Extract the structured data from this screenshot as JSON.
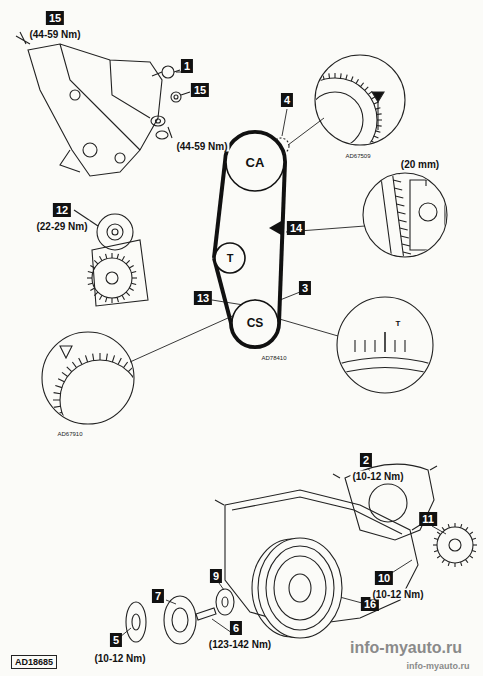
{
  "diagram": {
    "nodes": [
      {
        "text": [
          "15"
        ]
      },
      {
        "text": [
          "1"
        ]
      },
      {
        "text": [
          "15"
        ]
      },
      {
        "text": [
          "4"
        ]
      },
      {
        "text": [
          "CA"
        ]
      },
      {
        "text": [
          "12"
        ]
      },
      {
        "text": [
          "14"
        ]
      },
      {
        "text": [
          "T"
        ]
      },
      {
        "text": [
          "3"
        ]
      },
      {
        "text": [
          "13"
        ]
      },
      {
        "text": [
          "CS"
        ]
      },
      {
        "text": [
          "2"
        ]
      },
      {
        "text": [
          "11"
        ]
      },
      {
        "text": [
          "10"
        ]
      },
      {
        "text": [
          "9"
        ]
      },
      {
        "text": [
          "16"
        ]
      },
      {
        "text": [
          "7"
        ]
      },
      {
        "text": [
          "5"
        ]
      },
      {
        "text": [
          "6"
        ]
      },
      {
        "text": [
          "AD18685"
        ]
      }
    ],
    "edges": [
      {
        "from": 4,
        "to": 10,
        "arrow": "none"
      },
      {
        "from": 4,
        "to": 7,
        "arrow": "none"
      },
      {
        "from": 7,
        "to": 10,
        "arrow": "none"
      }
    ],
    "labels": [
      "(44-59 Nm)",
      "(44-59 Nm)",
      "AD67509",
      "(20 mm)",
      "(22-29 Nm)",
      "AD78410",
      "AD67910",
      "T",
      "(10-12 Nm)",
      "(10-12 Nm)",
      "(10-12 Nm)",
      "(123-142 Nm)",
      "info-myauto.ru",
      "info-myauto.ru"
    ]
  }
}
